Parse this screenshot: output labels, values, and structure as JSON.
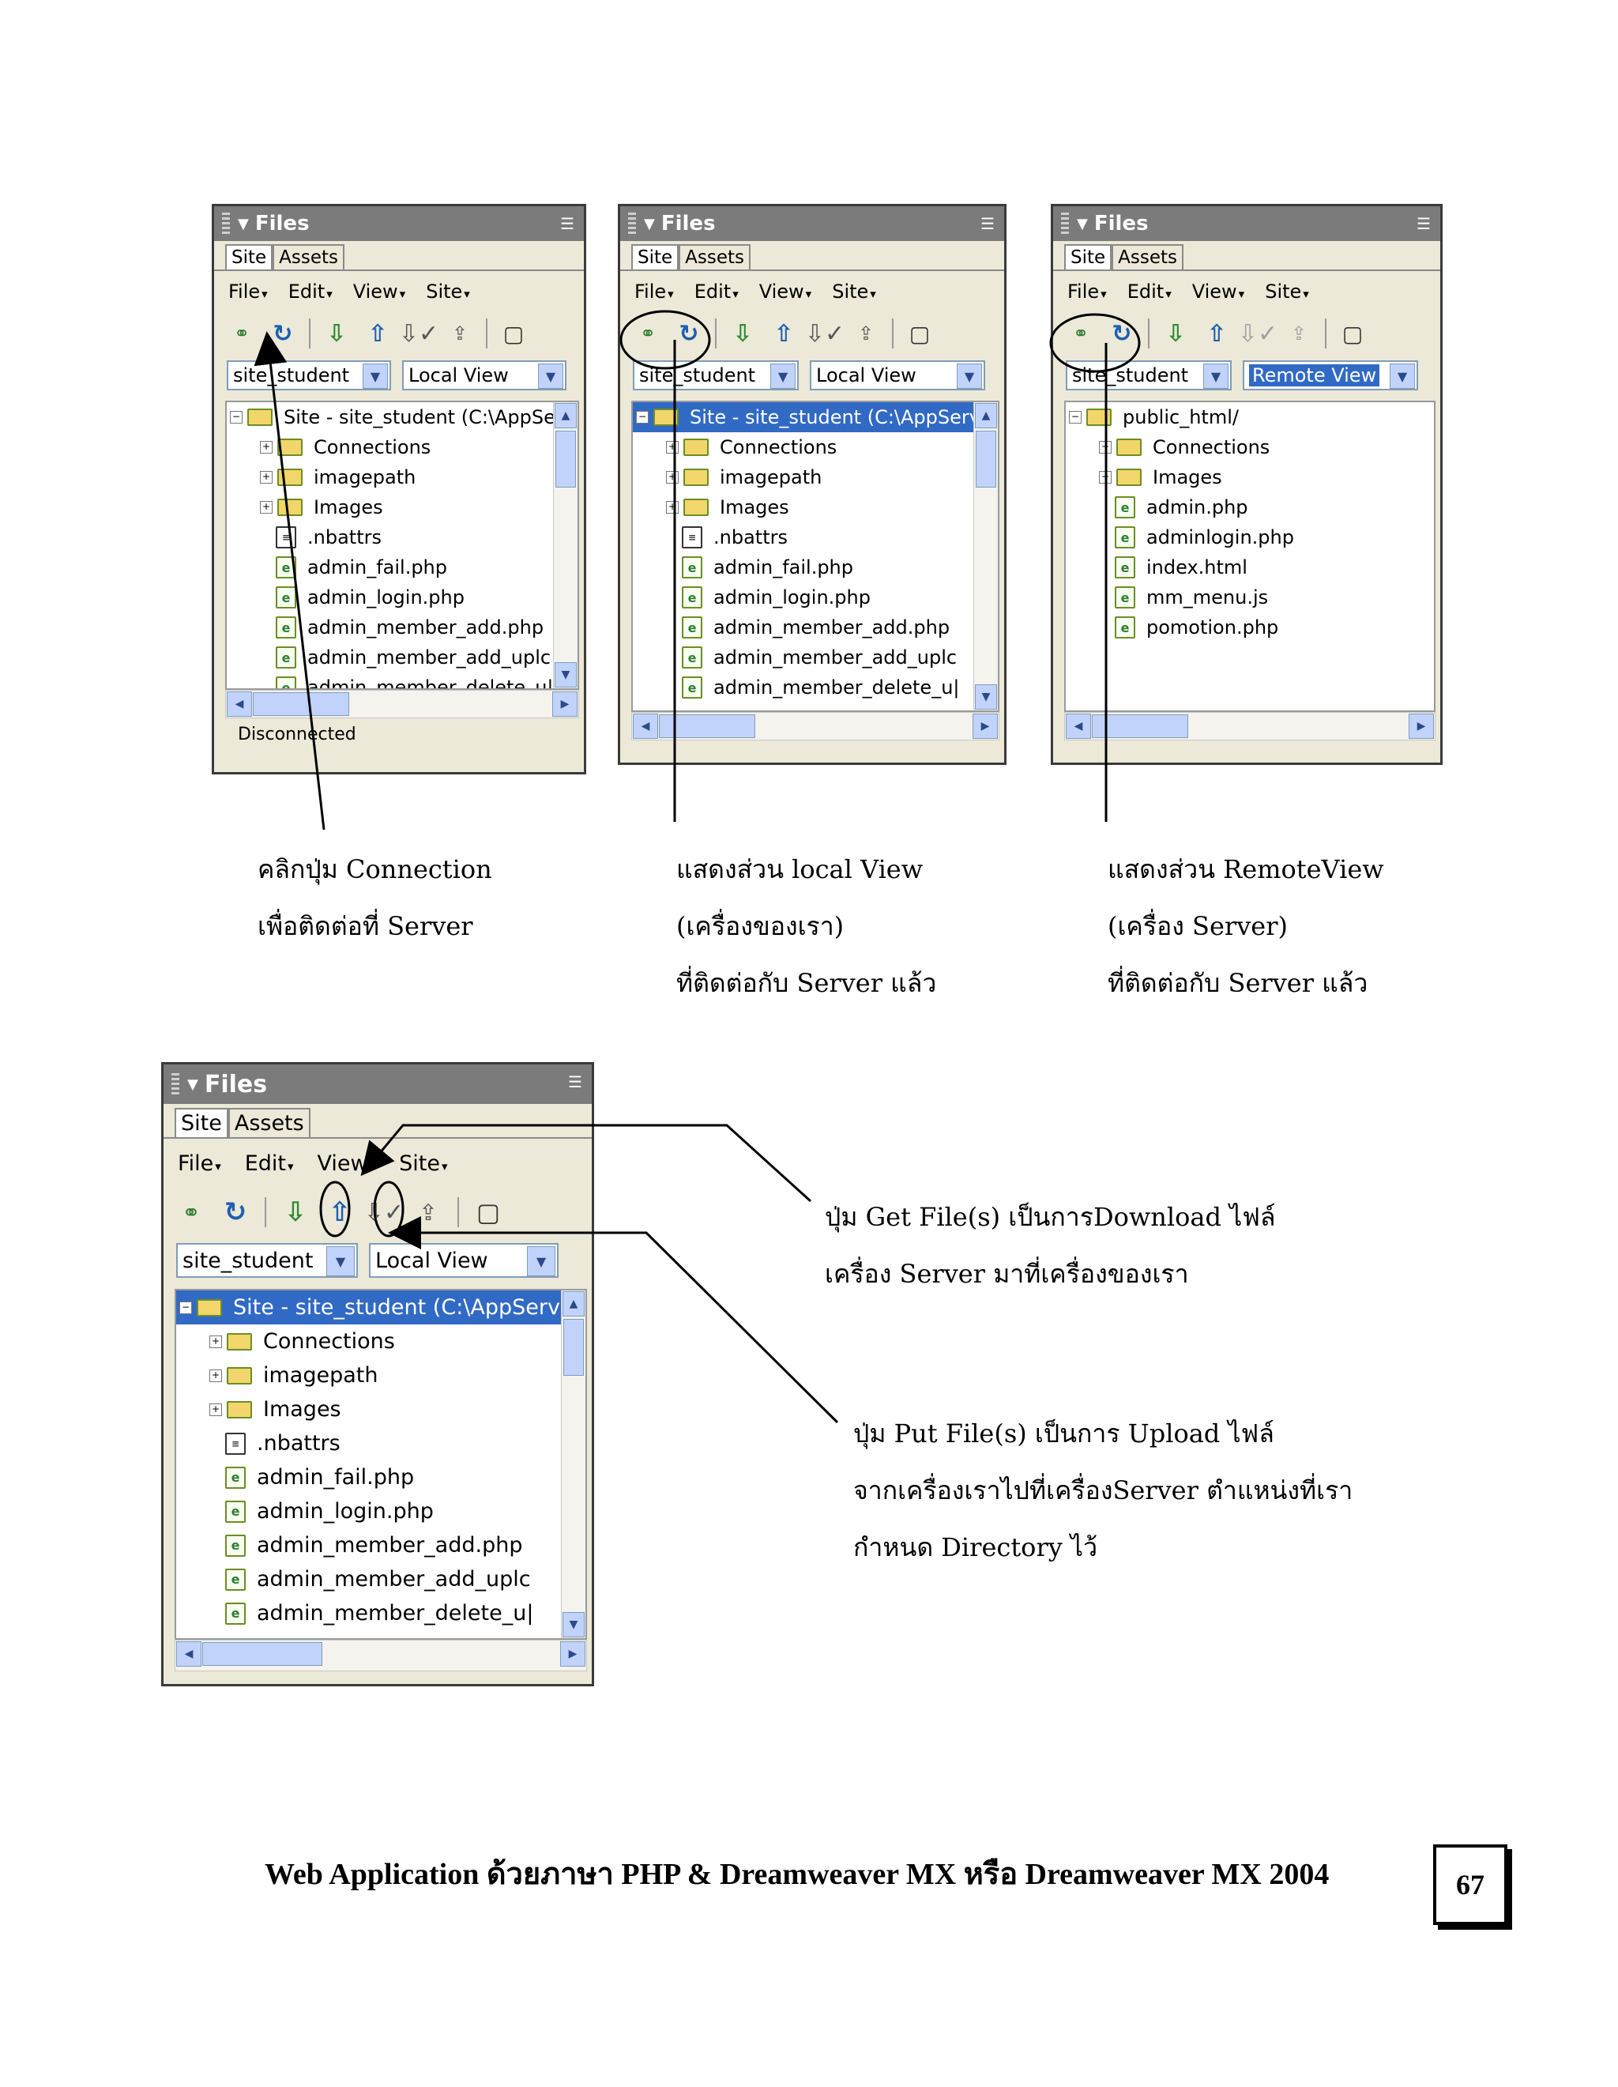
{
  "panel_common": {
    "title": "Files",
    "tabs": [
      "Site",
      "Assets"
    ],
    "menus": [
      "File",
      "Edit",
      "View",
      "Site"
    ],
    "site_select": "site_student",
    "status_text": "Disconnected"
  },
  "panels": [
    {
      "view": "Local View",
      "root": "Site - site_student (C:\\AppServ",
      "items": [
        "Connections",
        "imagepath",
        "Images",
        ".nbattrs",
        "admin_fail.php",
        "admin_login.php",
        "admin_member_add.php",
        "admin_member_add_uplc",
        "admin_member_delete_u|"
      ]
    },
    {
      "view": "Local View",
      "root": "Site - site_student (C:\\AppServ",
      "items": [
        "Connections",
        "imagepath",
        "Images",
        ".nbattrs",
        "admin_fail.php",
        "admin_login.php",
        "admin_member_add.php",
        "admin_member_add_uplc",
        "admin_member_delete_u|"
      ]
    },
    {
      "view": "Remote View",
      "root": "public_html/",
      "items": [
        "Connections",
        "Images",
        "admin.php",
        "adminlogin.php",
        "index.html",
        "mm_menu.js",
        "pomotion.php"
      ]
    },
    {
      "view": "Local View",
      "root": "Site - site_student (C:\\AppServ",
      "items": [
        "Connections",
        "imagepath",
        "Images",
        ".nbattrs",
        "admin_fail.php",
        "admin_login.php",
        "admin_member_add.php",
        "admin_member_add_uplc",
        "admin_member_delete_u|"
      ]
    }
  ],
  "captions": {
    "connect": [
      "คลิกปุ่ม Connection",
      "เพื่อติดต่อที่ Server"
    ],
    "local": [
      "แสดงส่วน local View",
      "(เครื่องของเรา)",
      "ที่ติดต่อกับ Server แล้ว"
    ],
    "remote": [
      "แสดงส่วน RemoteView",
      "(เครื่อง Server)",
      "ที่ติดต่อกับ Server แล้ว"
    ],
    "get": [
      "ปุ่ม Get File(s) เป็นการDownload ไฟล์",
      "เครื่อง Server มาที่เครื่องของเรา"
    ],
    "put": [
      "ปุ่ม Put File(s) เป็นการ Upload ไฟล์",
      "จากเครื่องเราไปที่เครื่องServer ตำแหน่งที่เรา",
      "กำหนด Directory ไว้"
    ]
  },
  "footer": {
    "text": "Web Application ด้วยภาษา PHP & Dreamweaver MX หรือ Dreamweaver MX 2004",
    "page_number": "67"
  },
  "colors": {
    "selection": "#316ac5",
    "panel_bg": "#ece9d8",
    "title_bg": "#7b7b7b"
  },
  "icons": [
    "connect-icon",
    "refresh-icon",
    "get-file-icon",
    "put-file-icon",
    "check-out-icon",
    "check-in-icon",
    "expand-icon",
    "folder-icon",
    "php-file-icon"
  ]
}
